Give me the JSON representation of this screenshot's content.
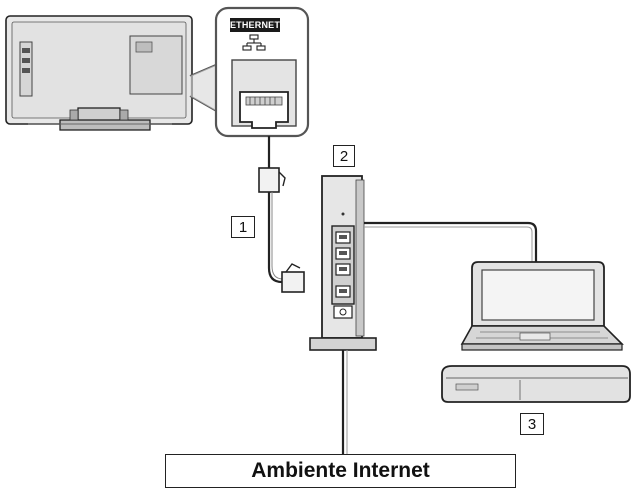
{
  "diagram": {
    "port_label": "ETHERNET",
    "callouts": {
      "cable": "1",
      "router": "2",
      "devices": "3"
    },
    "internet_label": "Ambiente Internet"
  },
  "icons": {
    "tv": "tv-back-icon",
    "port": "ethernet-port-icon",
    "network_symbol": "network-symbol-icon",
    "router": "router-icon",
    "laptop": "laptop-icon",
    "recorder": "recorder-icon"
  },
  "colors": {
    "line": "#222222",
    "device_fill": "#e6e6e6",
    "device_shadow": "#c9c9c9",
    "background": "#ffffff"
  }
}
